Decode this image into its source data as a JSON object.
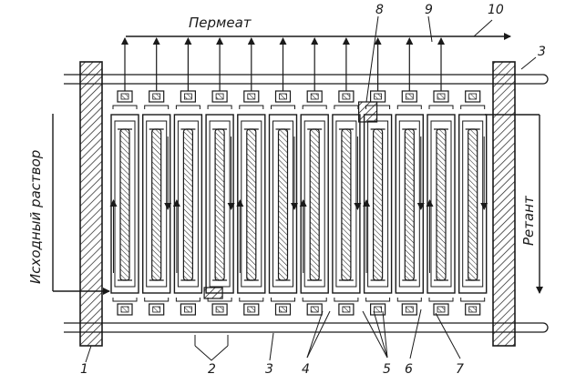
{
  "labels": {
    "permeate": "Пермеат",
    "retentate": "Ретант",
    "feed": "Исходный раствор"
  },
  "numbers": [
    "1",
    "2",
    "3",
    "3",
    "4",
    "5",
    "6",
    "7",
    "8",
    "9",
    "10"
  ],
  "plate_count": 12,
  "colors": {
    "ink": "#1a1a1a",
    "hatch_bg": "#ffffff"
  }
}
